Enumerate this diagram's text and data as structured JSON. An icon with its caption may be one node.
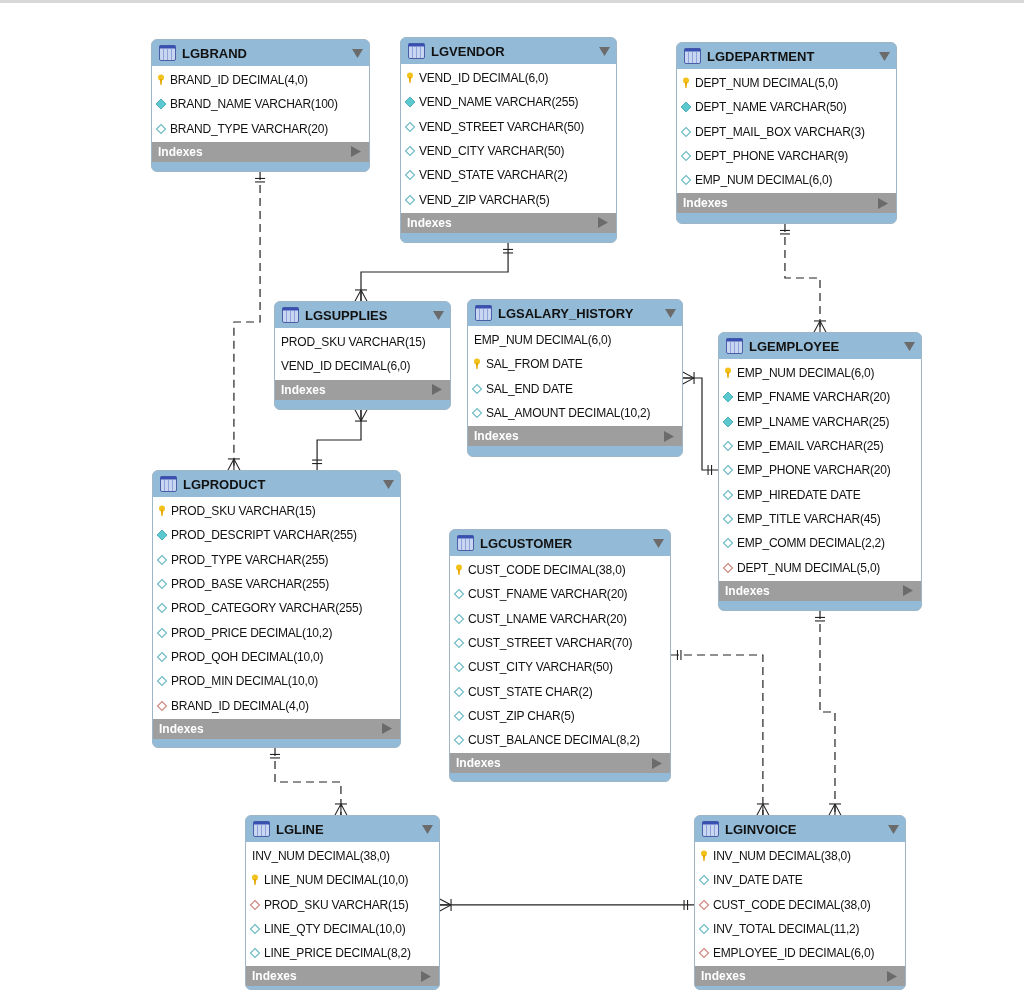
{
  "diagram": {
    "nodes": [
      {
        "text": [
          "LGBRAND",
          "BRAND_ID DECIMAL(4,0)",
          "BRAND_NAME VARCHAR(100)",
          "BRAND_TYPE VARCHAR(20)",
          "Indexes"
        ]
      },
      {
        "text": [
          "LGVENDOR",
          "VEND_ID DECIMAL(6,0)",
          "VEND_NAME VARCHAR(255)",
          "VEND_STREET VARCHAR(50)",
          "VEND_CITY VARCHAR(50)",
          "VEND_STATE VARCHAR(2)",
          "VEND_ZIP VARCHAR(5)",
          "Indexes"
        ]
      },
      {
        "text": [
          "LGDEPARTMENT",
          "DEPT_NUM DECIMAL(5,0)",
          "DEPT_NAME VARCHAR(50)",
          "DEPT_MAIL_BOX VARCHAR(3)",
          "DEPT_PHONE VARCHAR(9)",
          "EMP_NUM DECIMAL(6,0)",
          "Indexes"
        ]
      },
      {
        "text": [
          "LGSUPPLIES",
          "PROD_SKU VARCHAR(15)",
          "VEND_ID DECIMAL(6,0)",
          "Indexes"
        ]
      },
      {
        "text": [
          "LGSALARY_HISTORY",
          "EMP_NUM DECIMAL(6,0)",
          "SAL_FROM DATE",
          "SAL_END DATE",
          "SAL_AMOUNT DECIMAL(10,2)",
          "Indexes"
        ]
      },
      {
        "text": [
          "LGEMPLOYEE",
          "EMP_NUM DECIMAL(6,0)",
          "EMP_FNAME VARCHAR(20)",
          "EMP_LNAME VARCHAR(25)",
          "EMP_EMAIL VARCHAR(25)",
          "EMP_PHONE VARCHAR(20)",
          "EMP_HIREDATE DATE",
          "EMP_TITLE VARCHAR(45)",
          "EMP_COMM DECIMAL(2,2)",
          "DEPT_NUM DECIMAL(5,0)",
          "Indexes"
        ]
      },
      {
        "text": [
          "LGPRODUCT",
          "PROD_SKU VARCHAR(15)",
          "PROD_DESCRIPT VARCHAR(255)",
          "PROD_TYPE VARCHAR(255)",
          "PROD_BASE VARCHAR(255)",
          "PROD_CATEGORY VARCHAR(255)",
          "PROD_PRICE DECIMAL(10,2)",
          "PROD_QOH DECIMAL(10,0)",
          "PROD_MIN DECIMAL(10,0)",
          "BRAND_ID DECIMAL(4,0)",
          "Indexes"
        ]
      },
      {
        "text": [
          "LGCUSTOMER",
          "CUST_CODE DECIMAL(38,0)",
          "CUST_FNAME VARCHAR(20)",
          "CUST_LNAME VARCHAR(20)",
          "CUST_STREET VARCHAR(70)",
          "CUST_CITY VARCHAR(50)",
          "CUST_STATE CHAR(2)",
          "CUST_ZIP CHAR(5)",
          "CUST_BALANCE DECIMAL(8,2)",
          "Indexes"
        ]
      },
      {
        "text": [
          "LGLINE",
          "INV_NUM DECIMAL(38,0)",
          "LINE_NUM DECIMAL(10,0)",
          "PROD_SKU VARCHAR(15)",
          "LINE_QTY DECIMAL(10,0)",
          "LINE_PRICE DECIMAL(8,2)",
          "Indexes"
        ]
      },
      {
        "text": [
          "LGINVOICE",
          "INV_NUM DECIMAL(38,0)",
          "INV_DATE DATE",
          "CUST_CODE DECIMAL(38,0)",
          "INV_TOTAL DECIMAL(11,2)",
          "EMPLOYEE_ID DECIMAL(6,0)",
          "Indexes"
        ]
      }
    ],
    "edges": [
      {
        "from": 0,
        "to": 6,
        "arrow": "other",
        "style": "dashed"
      },
      {
        "from": 1,
        "to": 3,
        "arrow": "other"
      },
      {
        "from": 6,
        "to": 3,
        "arrow": "other"
      },
      {
        "from": 2,
        "to": 5,
        "arrow": "other",
        "style": "dashed"
      },
      {
        "from": 5,
        "to": 4,
        "arrow": "other"
      },
      {
        "from": 6,
        "to": 8,
        "arrow": "other",
        "style": "dashed"
      },
      {
        "from": 7,
        "to": 9,
        "arrow": "other",
        "style": "dashed"
      },
      {
        "from": 5,
        "to": 9,
        "arrow": "other",
        "style": "dashed"
      },
      {
        "from": 9,
        "to": 8,
        "arrow": "other"
      }
    ]
  }
}
